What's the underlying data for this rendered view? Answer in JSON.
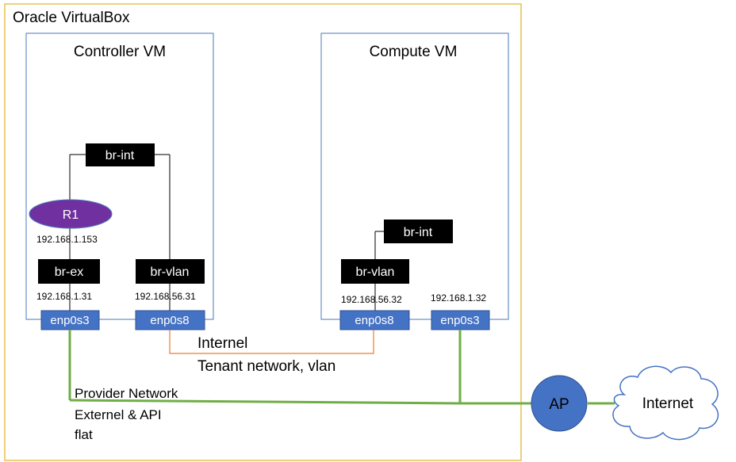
{
  "title": "Oracle VirtualBox",
  "controller_vm": {
    "title": "Controller VM",
    "br_int": "br-int",
    "router": "R1",
    "router_ip": "192.168.1.153",
    "br_ex": "br-ex",
    "br_ex_ip": "192.168.1.31",
    "br_vlan": "br-vlan",
    "br_vlan_ip": "192.168.56.31",
    "nic_external": "enp0s3",
    "nic_internal": "enp0s8"
  },
  "compute_vm": {
    "title": "Compute VM",
    "br_int": "br-int",
    "br_vlan": "br-vlan",
    "br_vlan_ip": "192.168.56.32",
    "nic_internal_ip": "192.168.1.32",
    "nic_internal": "enp0s8",
    "nic_external": "enp0s3"
  },
  "tenant_network": {
    "line1": "Internel",
    "line2": "Tenant network, vlan"
  },
  "provider_network": {
    "line1": "Provider  Network",
    "line2": "Externel  &  API",
    "line3": "flat"
  },
  "access_point": "AP",
  "internet": "Internet",
  "colors": {
    "frame": "#e8c14a",
    "vm_border": "#4a7ab8",
    "nic_fill": "#4472c4",
    "bridge_fill": "#000000",
    "router_fill": "#7030a0",
    "provider_line": "#70ad47",
    "tenant_line": "#ed7d31",
    "ap_fill": "#4472c4",
    "cloud_stroke": "#4472c4"
  }
}
